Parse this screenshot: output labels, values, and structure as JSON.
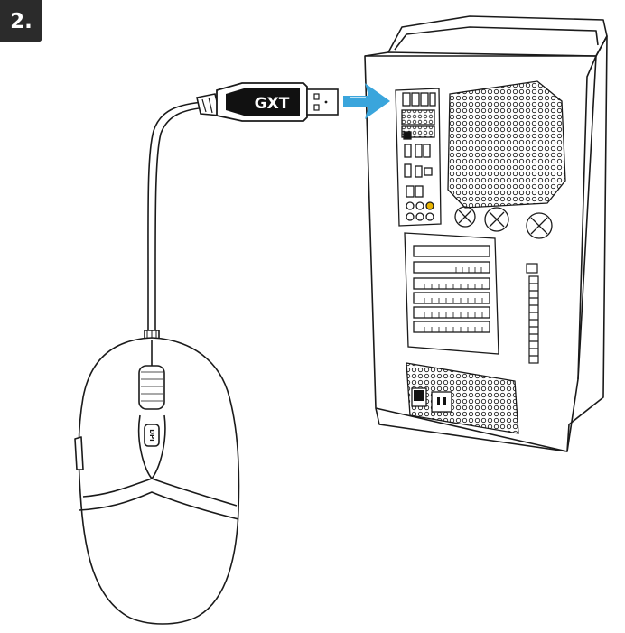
{
  "step": {
    "label": "2."
  },
  "usb_plug": {
    "brand": "GXT"
  },
  "mouse": {
    "dpi_label": "DPI"
  },
  "colors": {
    "arrow": "#3aa5dc",
    "gold_port": "#e8b400",
    "ink": "#1a1a1a"
  },
  "icons": {
    "arrow": "arrow-right-icon",
    "usb": "usb-plug-icon"
  }
}
